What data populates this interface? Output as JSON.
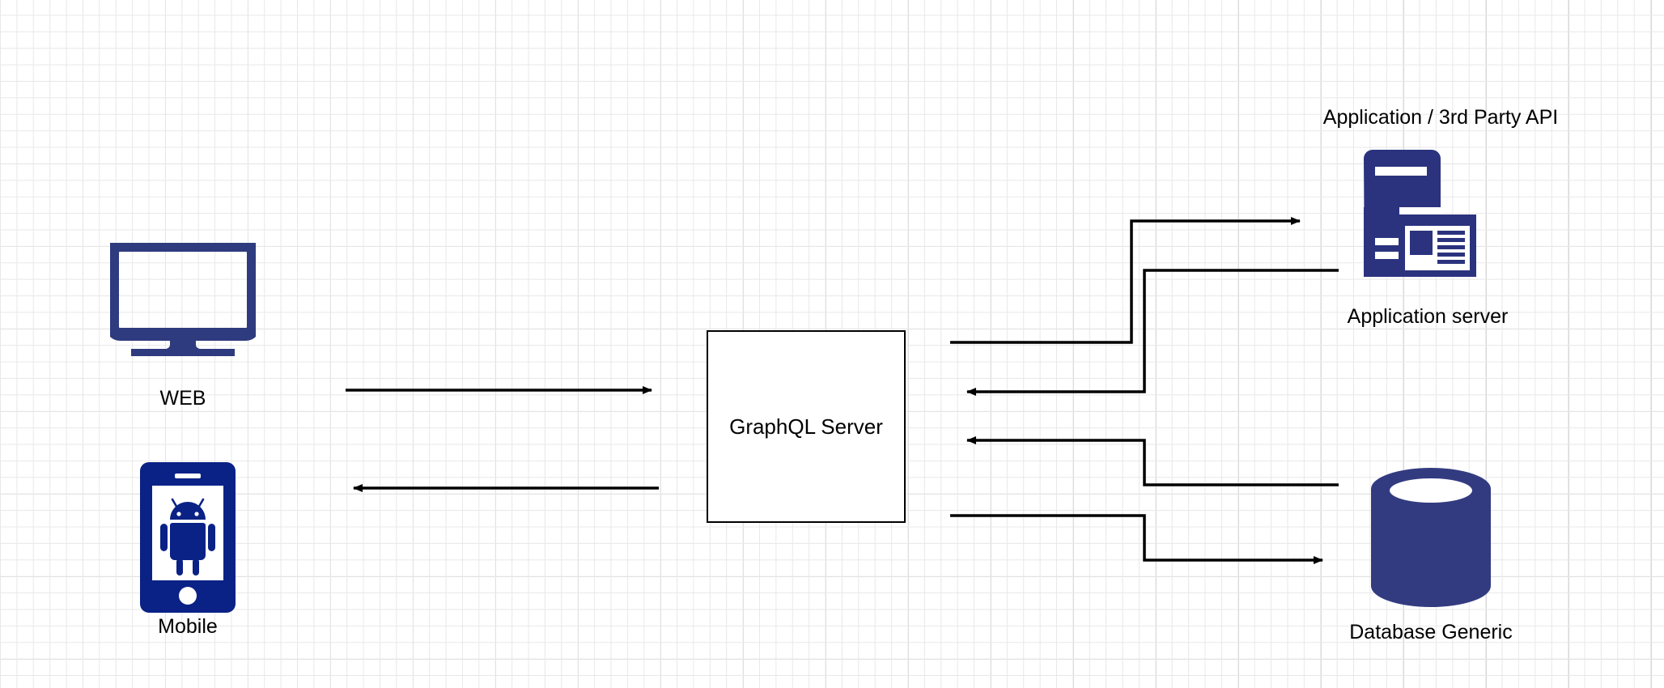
{
  "diagram": {
    "title_text": "Application / 3rd Party API",
    "background": {
      "grid_minor_color": "#e8e8e8",
      "grid_major_color": "#d6d6d6",
      "page_color": "#ffffff"
    },
    "palette": {
      "monitor_blue": "#2e3b7f",
      "mobile_blue": "#0a2286",
      "server_blue": "#2b337e",
      "database_blue": "#333b80",
      "edge_black": "#000000",
      "box_border": "#000000"
    },
    "nodes": [
      {
        "id": "web",
        "label": "WEB",
        "icon": "desktop-monitor-icon",
        "color": "#2e3b7f"
      },
      {
        "id": "mobile",
        "label": "Mobile",
        "icon": "mobile-phone-android-icon",
        "color": "#0a2286"
      },
      {
        "id": "graphql",
        "label": "GraphQL Server",
        "icon": "rectangle-shape",
        "color": "#000000"
      },
      {
        "id": "app-server",
        "label": "Application server",
        "icon": "application-server-icon",
        "color": "#2b337e"
      },
      {
        "id": "database",
        "label": "Database Generic",
        "icon": "database-cylinder-icon",
        "color": "#333b80"
      }
    ],
    "edges": [
      {
        "id": "web-to-graphql",
        "from": "web",
        "to": "graphql",
        "direction": "forward",
        "style": "straight"
      },
      {
        "id": "graphql-to-mobile",
        "from": "graphql",
        "to": "mobile",
        "direction": "forward",
        "style": "straight"
      },
      {
        "id": "graphql-to-appserver",
        "from": "graphql",
        "to": "app-server",
        "direction": "forward",
        "style": "orthogonal"
      },
      {
        "id": "appserver-to-graphql",
        "from": "app-server",
        "to": "graphql",
        "direction": "forward",
        "style": "orthogonal"
      },
      {
        "id": "database-to-graphql",
        "from": "database",
        "to": "graphql",
        "direction": "forward",
        "style": "orthogonal"
      },
      {
        "id": "graphql-to-database",
        "from": "graphql",
        "to": "database",
        "direction": "forward",
        "style": "orthogonal"
      }
    ]
  }
}
